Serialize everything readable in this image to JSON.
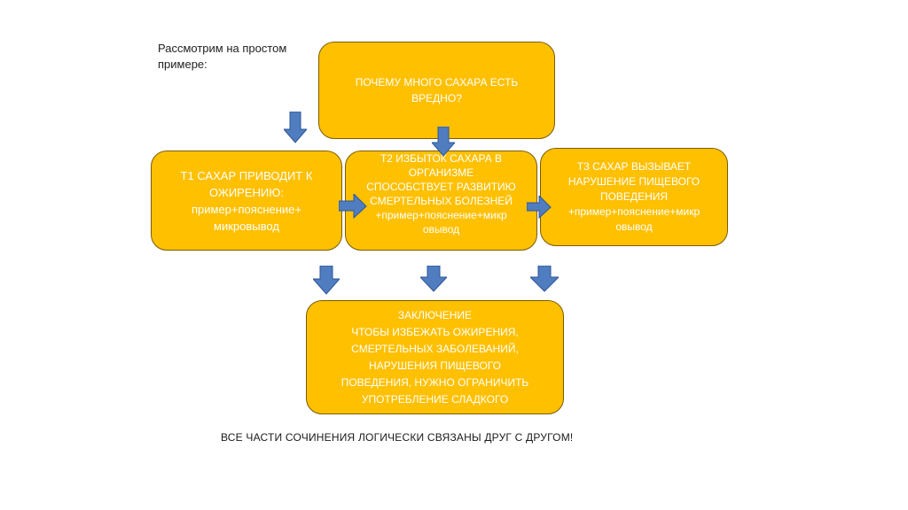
{
  "intro": {
    "text_line1": "Рассмотрим на простом",
    "text_line2": "примере:"
  },
  "question": {
    "line1": "ПОЧЕМУ МНОГО САХАРА ЕСТЬ",
    "line2": "ВРЕДНО?"
  },
  "thesis1": {
    "line1": "Т1 САХАР ПРИВОДИТ К",
    "line2": "ОЖИРЕНИЮ:",
    "line3": "пример+пояснение+",
    "line4": "микровывод"
  },
  "thesis2": {
    "line1": "Т2  ИЗБЫТОК САХАРА В",
    "line2": "ОРГАНИЗМЕ",
    "line3": "СПОСОБСТВУЕТ РАЗВИТИЮ",
    "line4": "СМЕРТЕЛЬНЫХ БОЛЕЗНЕЙ",
    "line5": "+пример+пояснение+микр",
    "line6": "овывод"
  },
  "thesis3": {
    "line1": "Т3  САХАР ВЫЗЫВАЕТ",
    "line2": "НАРУШЕНИЕ ПИЩЕВОГО",
    "line3": "ПОВЕДЕНИЯ",
    "line4": "+пример+пояснение+микр",
    "line5": "овывод"
  },
  "conclusion": {
    "line1": "ЗАКЛЮЧЕНИЕ",
    "line2": "ЧТОБЫ ИЗБЕЖАТЬ ОЖИРЕНИЯ,",
    "line3": "СМЕРТЕЛЬНЫХ ЗАБОЛЕВАНИЙ,",
    "line4": "НАРУШЕНИЯ ПИЩЕВОГО",
    "line5": "ПОВЕДЕНИЯ, НУЖНО ОГРАНИЧИТЬ",
    "line6": "УПОТРЕБЛЕНИЕ СЛАДКОГО"
  },
  "footer": {
    "text": "ВСЕ ЧАСТИ СОЧИНЕНИЯ ЛОГИЧЕСКИ СВЯЗАНЫ ДРУГ С ДРУГОМ!"
  },
  "colors": {
    "box_fill": "#FFC000",
    "box_text": "#FFFFFF",
    "arrow_fill": "#4F7DC0",
    "arrow_stroke": "#2F5597"
  }
}
